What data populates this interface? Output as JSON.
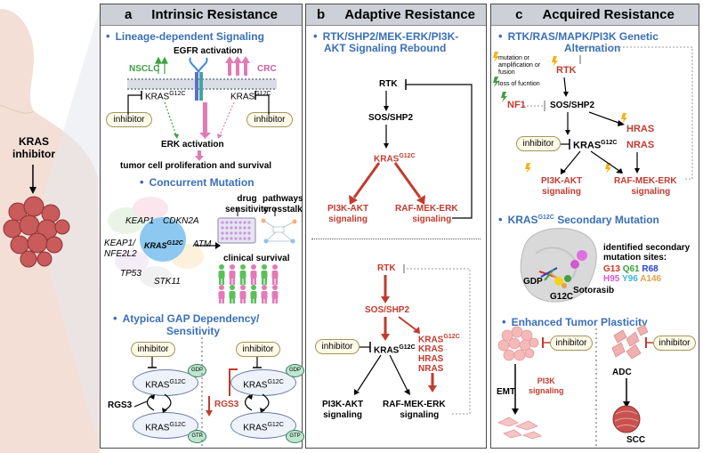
{
  "left": {
    "drug_label": "KRAS\ninhibitor"
  },
  "panel_a": {
    "letter": "a",
    "title": "Intrinsic Resistance",
    "s1": {
      "title": "Lineage-dependent Signaling",
      "egfr": "EGFR activation",
      "nsclc": "NSCLC",
      "crc": "CRC",
      "kras": "KRAS",
      "sup": "G12C",
      "inhibitor": "inhibitor",
      "erk": "ERK activation",
      "outcome": "tumor cell proliferation and survival"
    },
    "s2": {
      "title": "Concurrent Mutation",
      "genes": [
        "KEAP1",
        "CDKN2A",
        "KEAP1/",
        "NFE2L2",
        "KRAS",
        "G12C",
        "ATM",
        "TP53",
        "STK11"
      ],
      "drug": "drug",
      "sens": "sensitivity",
      "pathways": "pathways",
      "crosstalk": "crosstalk",
      "survival": "clinical survival"
    },
    "s3": {
      "title": "Atypical GAP Dependency/",
      "title2": "Sensitivity",
      "inhibitor": "inhibitor",
      "kras": "KRAS",
      "sup": "G12C",
      "gdp": "GDP",
      "gtp": "GTP",
      "rgs3": "RGS3"
    }
  },
  "panel_b": {
    "letter": "b",
    "title": "Adaptive Resistance",
    "section": "RTK/SHP2/MEK-ERK/PI3K-",
    "section2": "AKT Signaling Rebound",
    "top": {
      "rtk": "RTK",
      "sos": "SOS/SHP2",
      "kras": "KRAS",
      "sup": "G12C",
      "pi3k1": "PI3K-AKT",
      "pi3k2": "signaling",
      "raf1": "RAF-MEK-ERK",
      "raf2": "signaling"
    },
    "bottom": {
      "rtk": "RTK",
      "sos": "SOS/SHP2",
      "inhibitor": "inhibitor",
      "kras": "KRAS",
      "sup": "G12C",
      "muts": [
        "KRAS",
        "KRAS",
        "HRAS",
        "NRAS"
      ],
      "pi3k1": "PI3K-AKT",
      "pi3k2": "signaling",
      "raf1": "RAF-MEK-ERK",
      "raf2": "signaling"
    }
  },
  "panel_c": {
    "letter": "c",
    "title": "Acquired Resistance",
    "s1": {
      "title": "RTK/RAS/MAPK/PI3K Genetic",
      "title2": "Alternation",
      "legend1": "mutation or",
      "legend2": "amplification or",
      "legend3": "fusion",
      "legend4": "loss of fucntion",
      "rtk": "RTK",
      "nf1": "NF1",
      "sos": "SOS/SHP2",
      "hras": "HRAS",
      "nras": "NRAS",
      "inhibitor": "inhibitor",
      "kras": "KRAS",
      "sup": "G12C",
      "pi3k1": "PI3K-AKT",
      "pi3k2": "signaling",
      "raf1": "RAF-MEK-ERK",
      "raf2": "signaling"
    },
    "s2": {
      "title": "KRAS",
      "sup": "G12C",
      "title_rest": " Secondary Mutation",
      "sites1": "identified secondary",
      "sites2": "mutation sites:",
      "muts": [
        {
          "t": "G13",
          "c": "#d8332a"
        },
        {
          "t": "Q61",
          "c": "#3ea043"
        },
        {
          "t": "R68",
          "c": "#2a3fd0"
        },
        {
          "t": "H95",
          "c": "#d05ad0"
        },
        {
          "t": "Y96",
          "c": "#3ab8d8"
        },
        {
          "t": "A146",
          "c": "#e3a04a"
        }
      ],
      "gdp": "GDP",
      "g12c": "G12C",
      "sotorasib": "Sotorasib"
    },
    "s3": {
      "title": "Enhanced Tumor Plasticity",
      "inhibitor": "inhibitor",
      "emt": "EMT",
      "pi3k1": "PI3K",
      "pi3k2": "signaling",
      "adc": "ADC",
      "scc": "SCC"
    }
  }
}
